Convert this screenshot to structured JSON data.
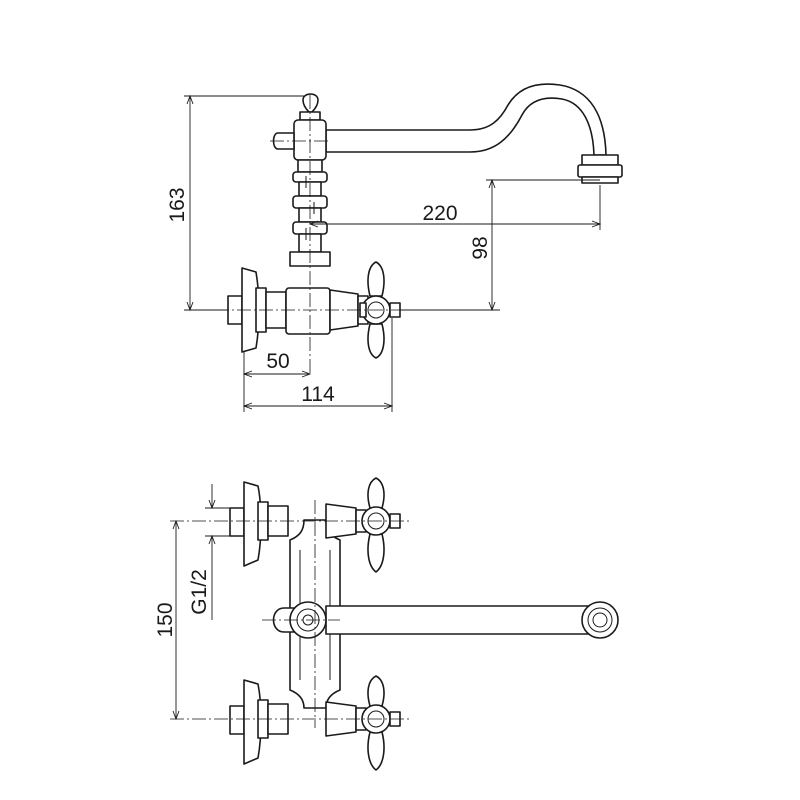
{
  "dimensions": {
    "height_total": "163",
    "spout_reach": "220",
    "spout_drop": "98",
    "wall_offset": "50",
    "body_depth": "114",
    "thread": "G1/2",
    "centers": "150"
  },
  "colors": {
    "line": "#1a1a1a",
    "background": "#ffffff"
  }
}
